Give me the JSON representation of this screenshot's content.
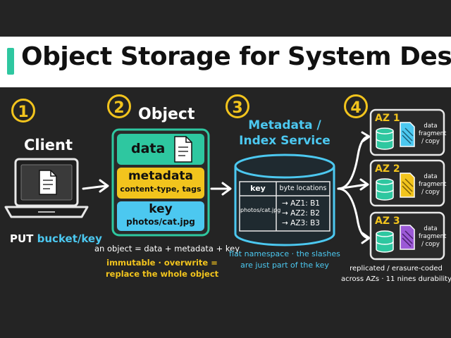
{
  "title": "Object Storage for System Design",
  "steps": [
    "1",
    "2",
    "3",
    "4"
  ],
  "client": {
    "label": "Client",
    "put_prefix": "PUT",
    "put_path": "bucket/key"
  },
  "object": {
    "label": "Object",
    "data_label": "data",
    "metadata_label": "metadata",
    "metadata_sub": "content-type, tags",
    "key_label": "key",
    "key_value": "photos/cat.jpg",
    "caption": "an object = data + metadata + key",
    "note_line1": "immutable · overwrite =",
    "note_line2": "replace the whole object"
  },
  "metadata_service": {
    "label_line1": "Metadata /",
    "label_line2": "Index Service",
    "table_headers": [
      "key",
      "byte locations"
    ],
    "table_key": "photos/cat.jpg",
    "table_locations": [
      "AZ1: B1",
      "AZ2: B2",
      "AZ3: B3"
    ],
    "caption_line1": "flat namespace · the slashes",
    "caption_line2": "are just part of the key"
  },
  "zones": [
    {
      "name": "AZ 1",
      "text_lines": [
        "data",
        "fragment",
        "/ copy"
      ],
      "fragment_color": "#4cc8f0"
    },
    {
      "name": "AZ 2",
      "text_lines": [
        "data",
        "fragment",
        "/ copy"
      ],
      "fragment_color": "#f2c41d"
    },
    {
      "name": "AZ 3",
      "text_lines": [
        "data",
        "fragment",
        "/ copy"
      ],
      "fragment_color": "#9b59d6"
    }
  ],
  "zones_caption_line1": "replicated / erasure-coded",
  "zones_caption_line2": "across AZs · 11 nines durability",
  "colors": {
    "accent_green": "#2ec7a0",
    "accent_yellow": "#f2c41d",
    "accent_cyan": "#4cc8f0",
    "accent_purple": "#9b59d6",
    "background": "#242424"
  },
  "icons": [
    "laptop-icon",
    "document-icon",
    "database-icon",
    "arrow-icon"
  ]
}
